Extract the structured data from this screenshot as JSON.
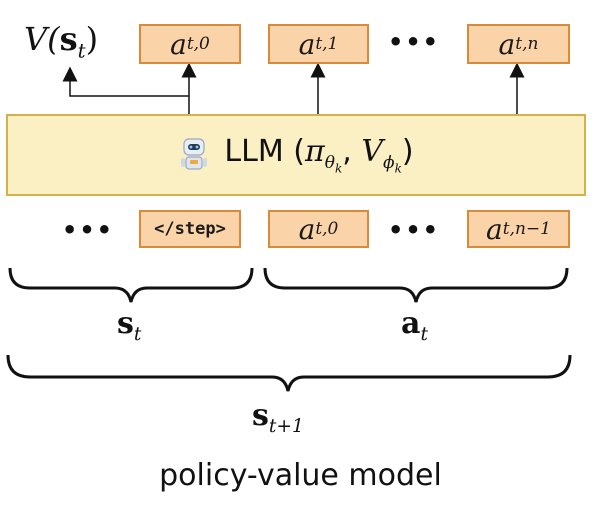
{
  "top_tokens": [
    {
      "base": "a",
      "sub": "t,0"
    },
    {
      "base": "a",
      "sub": "t,1"
    },
    {
      "base": "a",
      "sub": "t,n"
    }
  ],
  "value_label": {
    "base": "V(",
    "bold": "s",
    "sub": "t",
    "close": ")"
  },
  "llm": {
    "prefix": "LLM (",
    "pi": "π",
    "pi_sub": "θ",
    "pi_subsub": "k",
    "comma": ", ",
    "v": "V",
    "v_sub": "ϕ",
    "v_subsub": "k",
    "suffix": ")"
  },
  "bottom_tokens": [
    {
      "text": "</step>"
    },
    {
      "base": "a",
      "sub": "t,0"
    },
    {
      "base": "a",
      "sub": "t,n−1"
    }
  ],
  "ellipsis": "•••",
  "brace_labels": {
    "state": {
      "bold": "s",
      "sub": "t"
    },
    "action": {
      "bold": "a",
      "sub": "t"
    },
    "next_state": {
      "bold": "s",
      "sub": "t+1"
    }
  },
  "caption": "policy-value model",
  "colors": {
    "token_fill": "#fbd3a8",
    "token_border": "#d98a3a",
    "llm_fill": "#fbefc4",
    "llm_border": "#d4b24a"
  }
}
